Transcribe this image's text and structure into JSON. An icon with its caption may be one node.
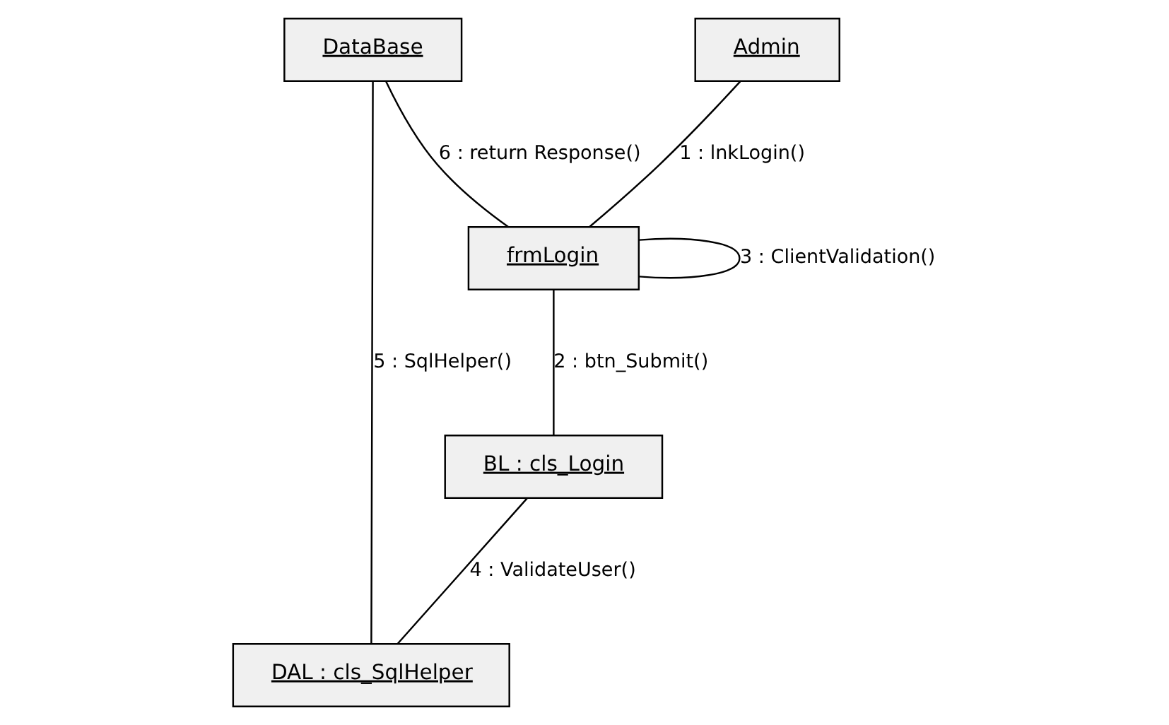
{
  "diagram": {
    "nodes": [
      {
        "text": [
          "DataBase"
        ]
      },
      {
        "text": [
          "DAL : cls_SqlHelper"
        ]
      },
      {
        "text": [
          "BL : cls_Login"
        ]
      },
      {
        "text": [
          "frmLogin"
        ]
      },
      {
        "text": [
          "Admin"
        ]
      }
    ],
    "edges": [
      {
        "from": 4,
        "to": 3,
        "arrow": "none",
        "label": "1 : lnkLogin()"
      },
      {
        "from": 3,
        "to": 2,
        "arrow": "none",
        "label": "2 : btn_Submit()"
      },
      {
        "from": 3,
        "to": 3,
        "arrow": "none",
        "label": "3 : ClientValidation()"
      },
      {
        "from": 2,
        "to": 1,
        "arrow": "none",
        "label": "4 : ValidateUser()"
      },
      {
        "from": 1,
        "to": 0,
        "arrow": "none",
        "label": "5 : SqlHelper()"
      },
      {
        "from": 0,
        "to": 3,
        "arrow": "none",
        "label": "6 : return Response()"
      }
    ]
  }
}
